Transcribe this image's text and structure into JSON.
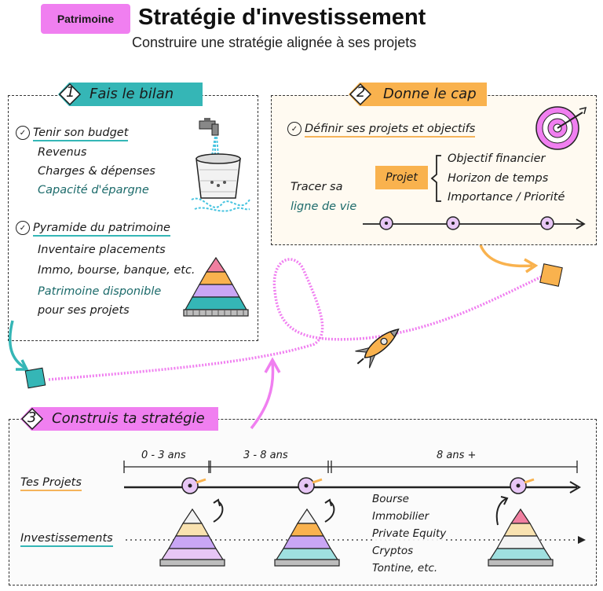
{
  "header": {
    "badge": "Patrimoine",
    "title": "Stratégie d'investissement",
    "subtitle": "Construire une stratégie alignée à ses projets"
  },
  "step1": {
    "number": "1",
    "title": "Fais le bilan",
    "budget": {
      "heading": "Tenir son budget",
      "items": [
        "Revenus",
        "Charges & dépenses",
        "Capacité d'épargne"
      ]
    },
    "pyramid": {
      "heading": "Pyramide du patrimoine",
      "items": [
        "Inventaire placements",
        "Immo, bourse, banque, etc.",
        "Patrimoine disponible",
        "pour ses projets"
      ]
    }
  },
  "step2": {
    "number": "2",
    "title": "Donne le cap",
    "heading": "Définir ses projets et objectifs",
    "trace_line1": "Tracer sa",
    "trace_line2": "ligne de vie",
    "projet_tag": "Projet",
    "projet_items": [
      "Objectif financier",
      "Horizon de temps",
      "Importance / Priorité"
    ]
  },
  "step3": {
    "number": "3",
    "title": "Construis ta stratégie",
    "horizons": [
      "0 - 3 ans",
      "3 - 8 ans",
      "8 ans +"
    ],
    "row_projets": "Tes Projets",
    "row_investissements": "Investissements",
    "investments": [
      "Bourse",
      "Immobilier",
      "Private Equity",
      "Cryptos",
      "Tontine, etc."
    ]
  },
  "colors": {
    "teal": "#35b6b6",
    "orange": "#f9b24e",
    "pink": "#f07ff0",
    "purple": "#c9a6f5",
    "lavender_dot": "#e7c6f5"
  },
  "icons": [
    "faucet-bucket-icon",
    "target-icon",
    "rocket-icon",
    "pyramid-icon",
    "check-icon"
  ]
}
